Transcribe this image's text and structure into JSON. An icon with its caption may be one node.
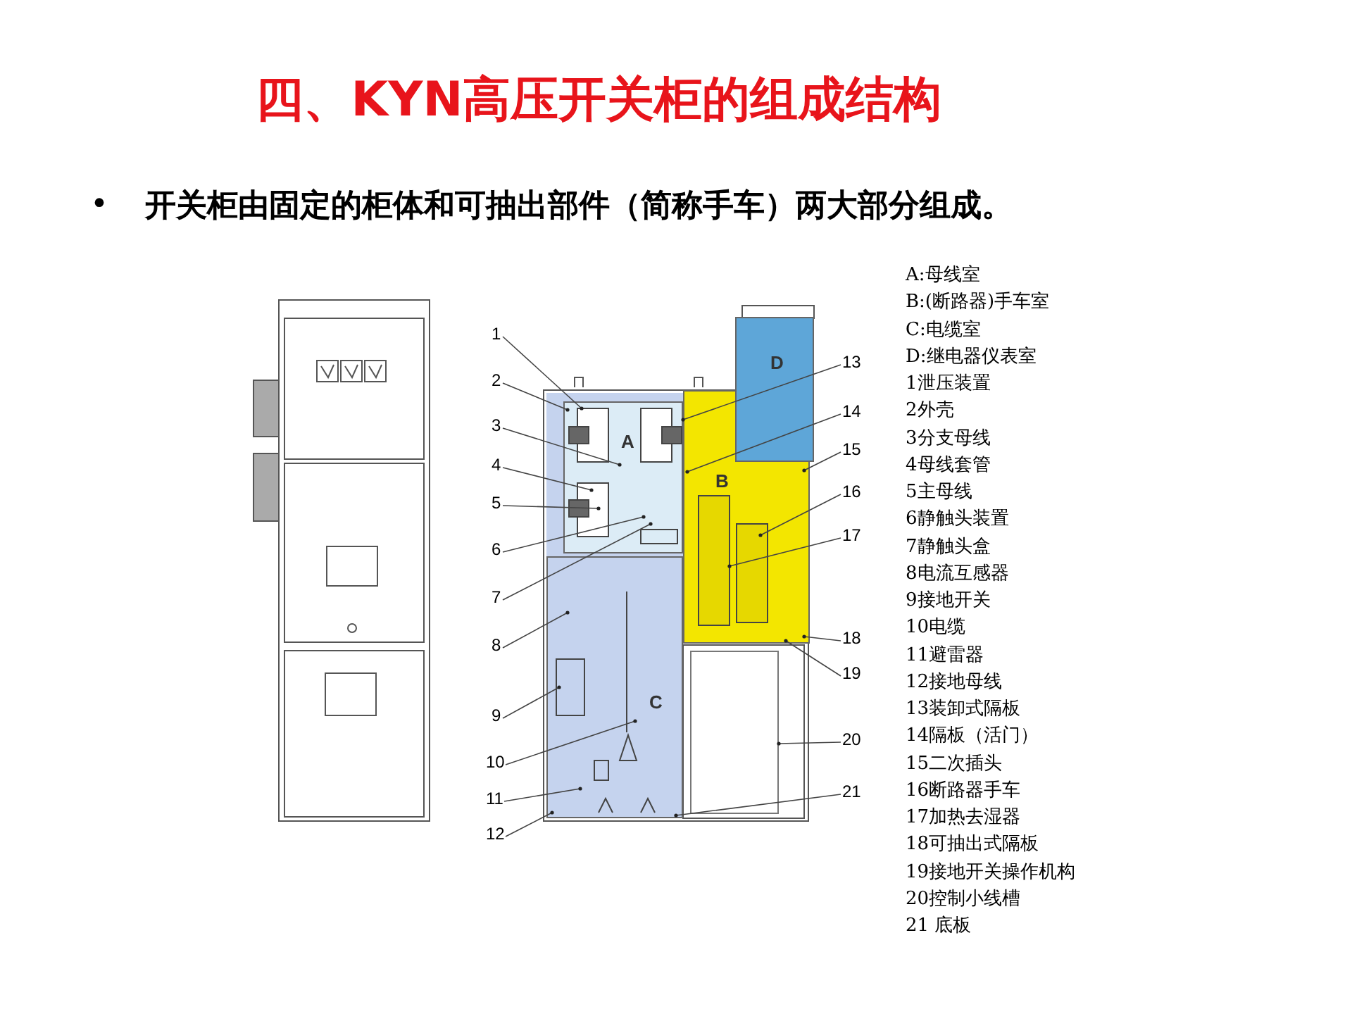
{
  "diagram": {
    "title": "四、KYN高压开关柜的组成结构",
    "nodes": [
      {
        "text": [
          "A"
        ]
      },
      {
        "text": [
          "B"
        ]
      },
      {
        "text": [
          "C"
        ]
      },
      {
        "text": [
          "D"
        ]
      },
      {
        "text": [
          "1"
        ]
      },
      {
        "text": [
          "2"
        ]
      },
      {
        "text": [
          "3"
        ]
      },
      {
        "text": [
          "4"
        ]
      },
      {
        "text": [
          "5"
        ]
      },
      {
        "text": [
          "6"
        ]
      },
      {
        "text": [
          "7"
        ]
      },
      {
        "text": [
          "8"
        ]
      },
      {
        "text": [
          "9"
        ]
      },
      {
        "text": [
          "10"
        ]
      },
      {
        "text": [
          "11"
        ]
      },
      {
        "text": [
          "12"
        ]
      },
      {
        "text": [
          "13"
        ]
      },
      {
        "text": [
          "14"
        ]
      },
      {
        "text": [
          "15"
        ]
      },
      {
        "text": [
          "16"
        ]
      },
      {
        "text": [
          "17"
        ]
      },
      {
        "text": [
          "18"
        ]
      },
      {
        "text": [
          "19"
        ]
      },
      {
        "text": [
          "20"
        ]
      },
      {
        "text": [
          "21"
        ]
      },
      {
        "text": [],
        "shape": "box"
      }
    ],
    "edges": [
      {
        "from": 4,
        "to": 0,
        "arrow": "none"
      },
      {
        "from": 5,
        "to": 0,
        "arrow": "none"
      },
      {
        "from": 6,
        "to": 0,
        "arrow": "none"
      },
      {
        "from": 7,
        "to": 0,
        "arrow": "none"
      },
      {
        "from": 8,
        "to": 0,
        "arrow": "none"
      },
      {
        "from": 9,
        "to": 0,
        "arrow": "none"
      },
      {
        "from": 10,
        "to": 0,
        "arrow": "none"
      },
      {
        "from": 11,
        "to": 2,
        "arrow": "none"
      },
      {
        "from": 12,
        "to": 2,
        "arrow": "none"
      },
      {
        "from": 13,
        "to": 2,
        "arrow": "none"
      },
      {
        "from": 14,
        "to": 2,
        "arrow": "none"
      },
      {
        "from": 15,
        "to": 2,
        "arrow": "none"
      },
      {
        "from": 16,
        "to": 1,
        "arrow": "none"
      },
      {
        "from": 17,
        "to": 1,
        "arrow": "none"
      },
      {
        "from": 18,
        "to": 1,
        "arrow": "none"
      },
      {
        "from": 19,
        "to": 1,
        "arrow": "none"
      },
      {
        "from": 20,
        "to": 1,
        "arrow": "none"
      },
      {
        "from": 21,
        "to": 1,
        "arrow": "none"
      },
      {
        "from": 22,
        "to": 1,
        "arrow": "none"
      },
      {
        "from": 23,
        "to": 25,
        "arrow": "none"
      },
      {
        "from": 24,
        "to": 2,
        "arrow": "none"
      }
    ],
    "labels": [
      "•",
      "开关柜由固定的柜体和可抽出部件（简称手车）两大部分组成。",
      "A:母线室",
      "B:(断路器)手车室",
      "C:电缆室",
      "D:继电器仪表室",
      "1泄压装置",
      "2外壳",
      "3分支母线",
      "4母线套管",
      "5主母线",
      "6静触头装置",
      "7静触头盒",
      "8电流互感器",
      "9接地开关",
      "10电缆",
      "11避雷器",
      "12接地母线",
      "13装卸式隔板",
      "14隔板（活门）",
      "15二次插头",
      "16断路器手车",
      "17加热去湿器",
      "18可抽出式隔板",
      "19接地开关操作机构",
      "20控制小线槽",
      "21 底板"
    ]
  }
}
